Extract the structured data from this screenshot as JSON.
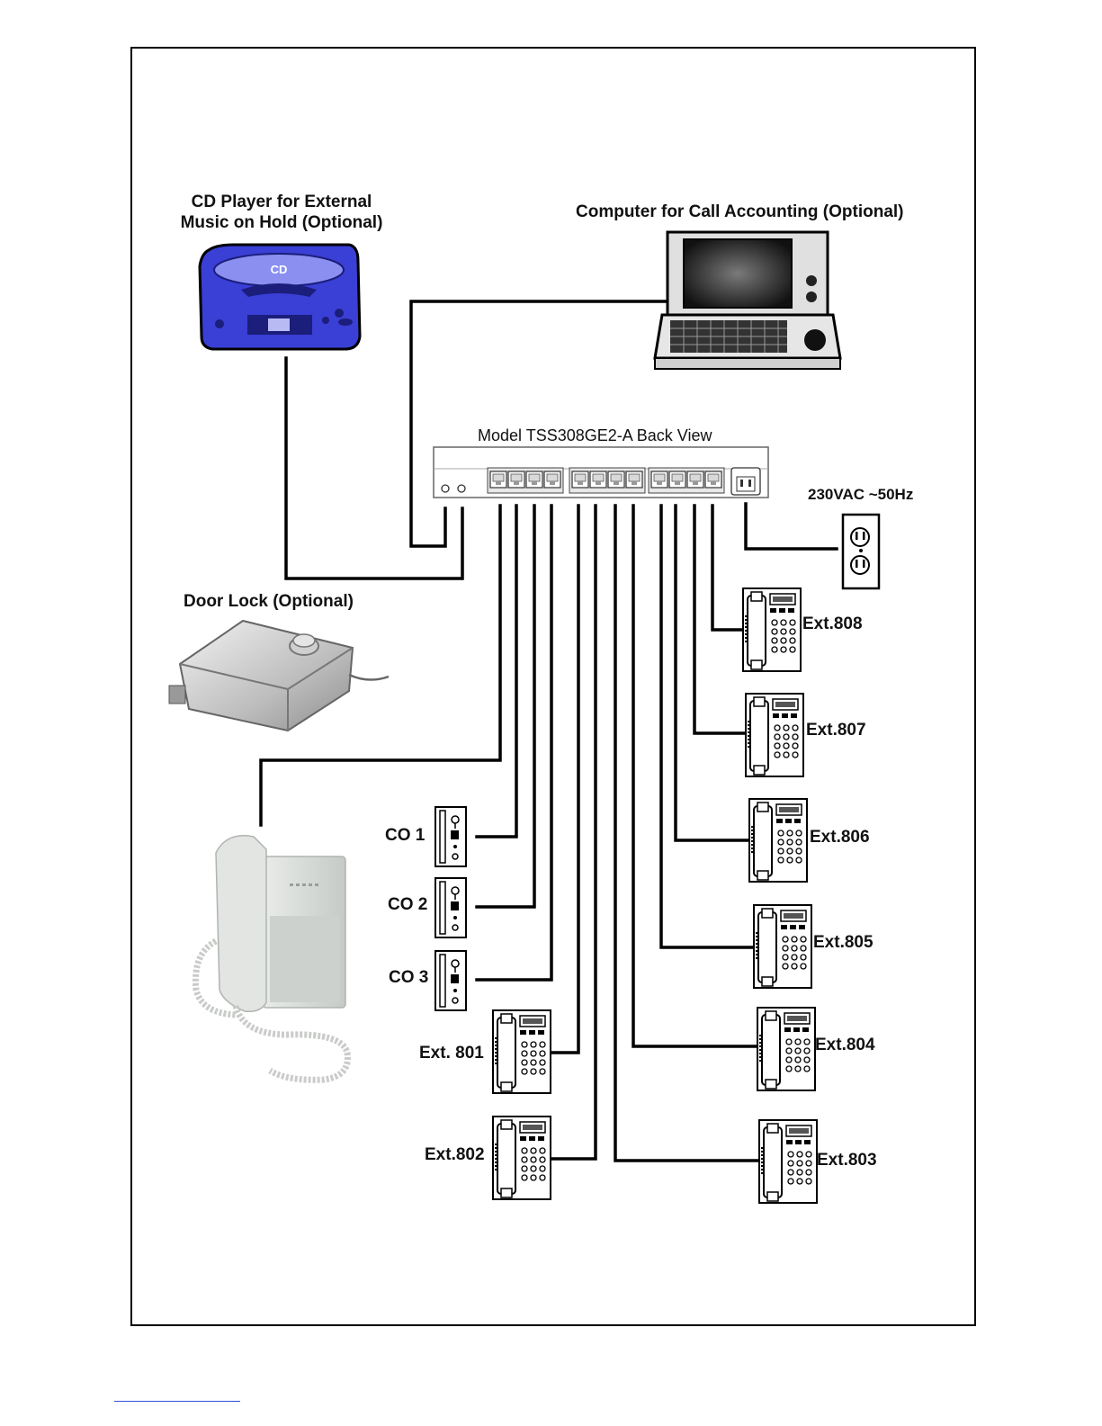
{
  "labels": {
    "cd_player_line1": "CD Player for External",
    "cd_player_line2": "Music on Hold (Optional)",
    "computer": "Computer for Call Accounting  (Optional)",
    "model": "Model TSS308GE2-A Back View",
    "power": "230VAC ~50Hz",
    "door_lock": "Door Lock (Optional)",
    "cd_text": "CD",
    "co1": "CO 1",
    "co2": "CO 2",
    "co3": "CO 3",
    "ext801": "Ext. 801",
    "ext802": "Ext.802",
    "ext803": "Ext.803",
    "ext804": "Ext.804",
    "ext805": "Ext.805",
    "ext806": "Ext.806",
    "ext807": "Ext.807",
    "ext808": "Ext.808"
  },
  "colors": {
    "frame": "#000000",
    "wire": "#000000",
    "cd_body": "#3a3fd6",
    "cd_dark": "#1b1e7a",
    "chassis_stroke": "#555555",
    "handset": "#d8dcd8",
    "footer_rule": "#2f4fd8"
  }
}
